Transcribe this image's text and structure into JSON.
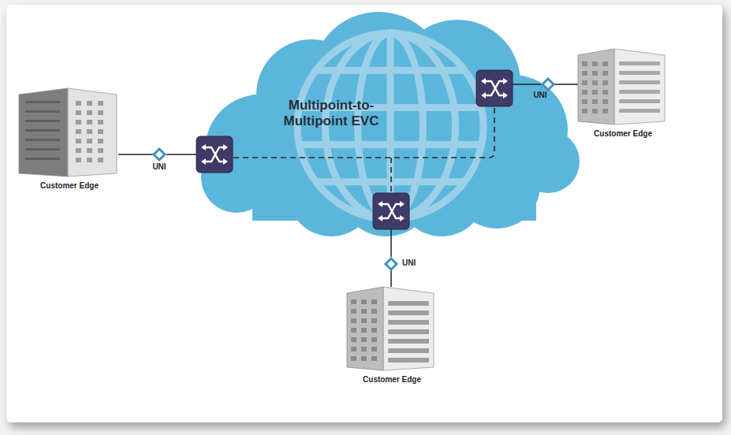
{
  "diagram": {
    "nodes": [
      {
        "text": [
          "Multipoint-to-Multipoint EVC"
        ]
      },
      {
        "text": [
          "Customer Edge"
        ]
      },
      {
        "text": [
          "UNI"
        ]
      },
      {
        "text": [
          "UNI"
        ]
      },
      {
        "text": [
          "Customer Edge"
        ]
      },
      {
        "text": [
          "UNI"
        ]
      },
      {
        "text": [
          "Customer Edge"
        ]
      }
    ],
    "edges": [
      {
        "from": 1,
        "to": 2,
        "arrow": "none"
      },
      {
        "from": 4,
        "to": 3,
        "arrow": "none"
      },
      {
        "from": 6,
        "to": 5,
        "arrow": "none"
      }
    ]
  }
}
